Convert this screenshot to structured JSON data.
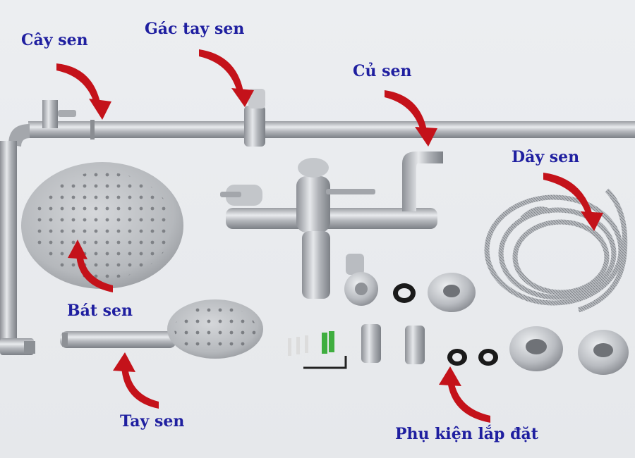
{
  "labels": {
    "shower_column": "Cây sen",
    "handheld_holder": "Gác tay sen",
    "mixer_valve": "Củ sen",
    "shower_hose": "Dây sen",
    "rain_head": "Bát sen",
    "handheld_shower": "Tay sen",
    "installation_accessories": "Phụ kiện lắp đặt"
  },
  "colors": {
    "label_text": "#1f1fa0",
    "arrow": "#c4121a",
    "background": "#e9eaed"
  }
}
